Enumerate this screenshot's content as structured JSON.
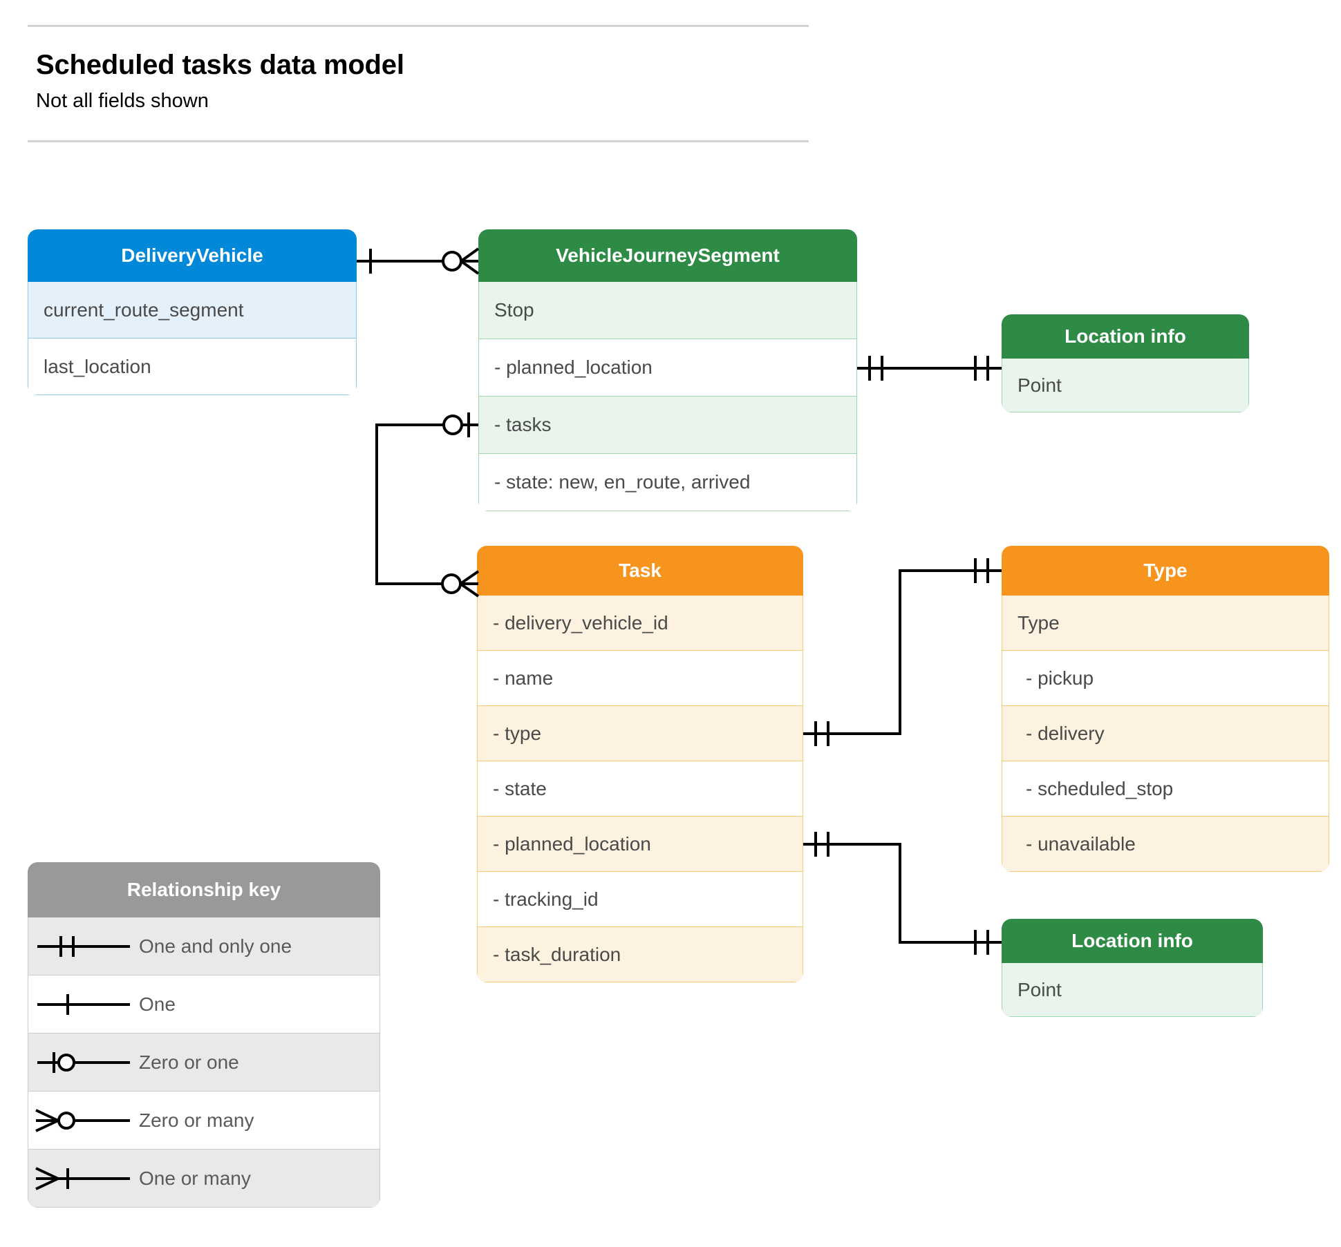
{
  "header": {
    "title": "Scheduled tasks data model",
    "subtitle": "Not all fields shown"
  },
  "colors": {
    "blue_header": "#0288d8",
    "blue_row_alt": "#e4f1fb",
    "blue_border": "#8fc9ef",
    "green_header": "#2e8b46",
    "green_row_alt": "#e8f4ec",
    "green_border": "#9ed6ad",
    "orange_header": "#f7941e",
    "orange_row_alt": "#fdf2e0",
    "orange_border": "#fbca72",
    "grey_header": "#999999",
    "grey_row_alt": "#e9e9e9",
    "connector": "#000000",
    "text": "#4a4a4a",
    "rule": "#d3d3d3"
  },
  "entities": {
    "delivery_vehicle": {
      "title": "DeliveryVehicle",
      "rows": [
        {
          "label": "current_route_segment"
        },
        {
          "label": "last_location"
        }
      ]
    },
    "vehicle_journey_segment": {
      "title": "VehicleJourneySegment",
      "rows": [
        {
          "label": "Stop"
        },
        {
          "label": "-  planned_location"
        },
        {
          "label": "- tasks"
        },
        {
          "label": "- state: new, en_route, arrived"
        }
      ]
    },
    "location_info_top": {
      "title": "Location info",
      "rows": [
        {
          "label": "Point"
        }
      ]
    },
    "task": {
      "title": "Task",
      "rows": [
        {
          "label": "- delivery_vehicle_id"
        },
        {
          "label": "- name"
        },
        {
          "label": "- type"
        },
        {
          "label": "- state"
        },
        {
          "label": "- planned_location"
        },
        {
          "label": "- tracking_id"
        },
        {
          "label": "- task_duration"
        }
      ]
    },
    "type": {
      "title": "Type",
      "rows": [
        {
          "label": "Type"
        },
        {
          "label": "-   pickup"
        },
        {
          "label": "-   delivery"
        },
        {
          "label": "-   scheduled_stop"
        },
        {
          "label": "-   unavailable"
        }
      ]
    },
    "location_info_bottom": {
      "title": "Location info",
      "rows": [
        {
          "label": "Point"
        }
      ]
    }
  },
  "legend": {
    "title": "Relationship key",
    "items": [
      {
        "symbol": "one-and-only-one",
        "label": "One and only one"
      },
      {
        "symbol": "one",
        "label": "One"
      },
      {
        "symbol": "zero-or-one",
        "label": "Zero or one"
      },
      {
        "symbol": "zero-or-many",
        "label": "Zero or many"
      },
      {
        "symbol": "one-or-many",
        "label": "One or many"
      }
    ]
  },
  "relationships": [
    {
      "from": "DeliveryVehicle",
      "from_cardinality": "one",
      "to": "VehicleJourneySegment",
      "to_cardinality": "zero-or-many"
    },
    {
      "from": "VehicleJourneySegment.planned_location",
      "from_cardinality": "one-and-only-one",
      "to": "Location info",
      "to_cardinality": "one-and-only-one"
    },
    {
      "from": "VehicleJourneySegment.tasks",
      "from_cardinality": "zero-or-one",
      "to": "Task",
      "to_cardinality": "zero-or-many"
    },
    {
      "from": "Task.type",
      "from_cardinality": "one-and-only-one",
      "to": "Type",
      "to_cardinality": "one-and-only-one"
    },
    {
      "from": "Task.planned_location",
      "from_cardinality": "one-and-only-one",
      "to": "Location info",
      "to_cardinality": "one-and-only-one"
    }
  ]
}
